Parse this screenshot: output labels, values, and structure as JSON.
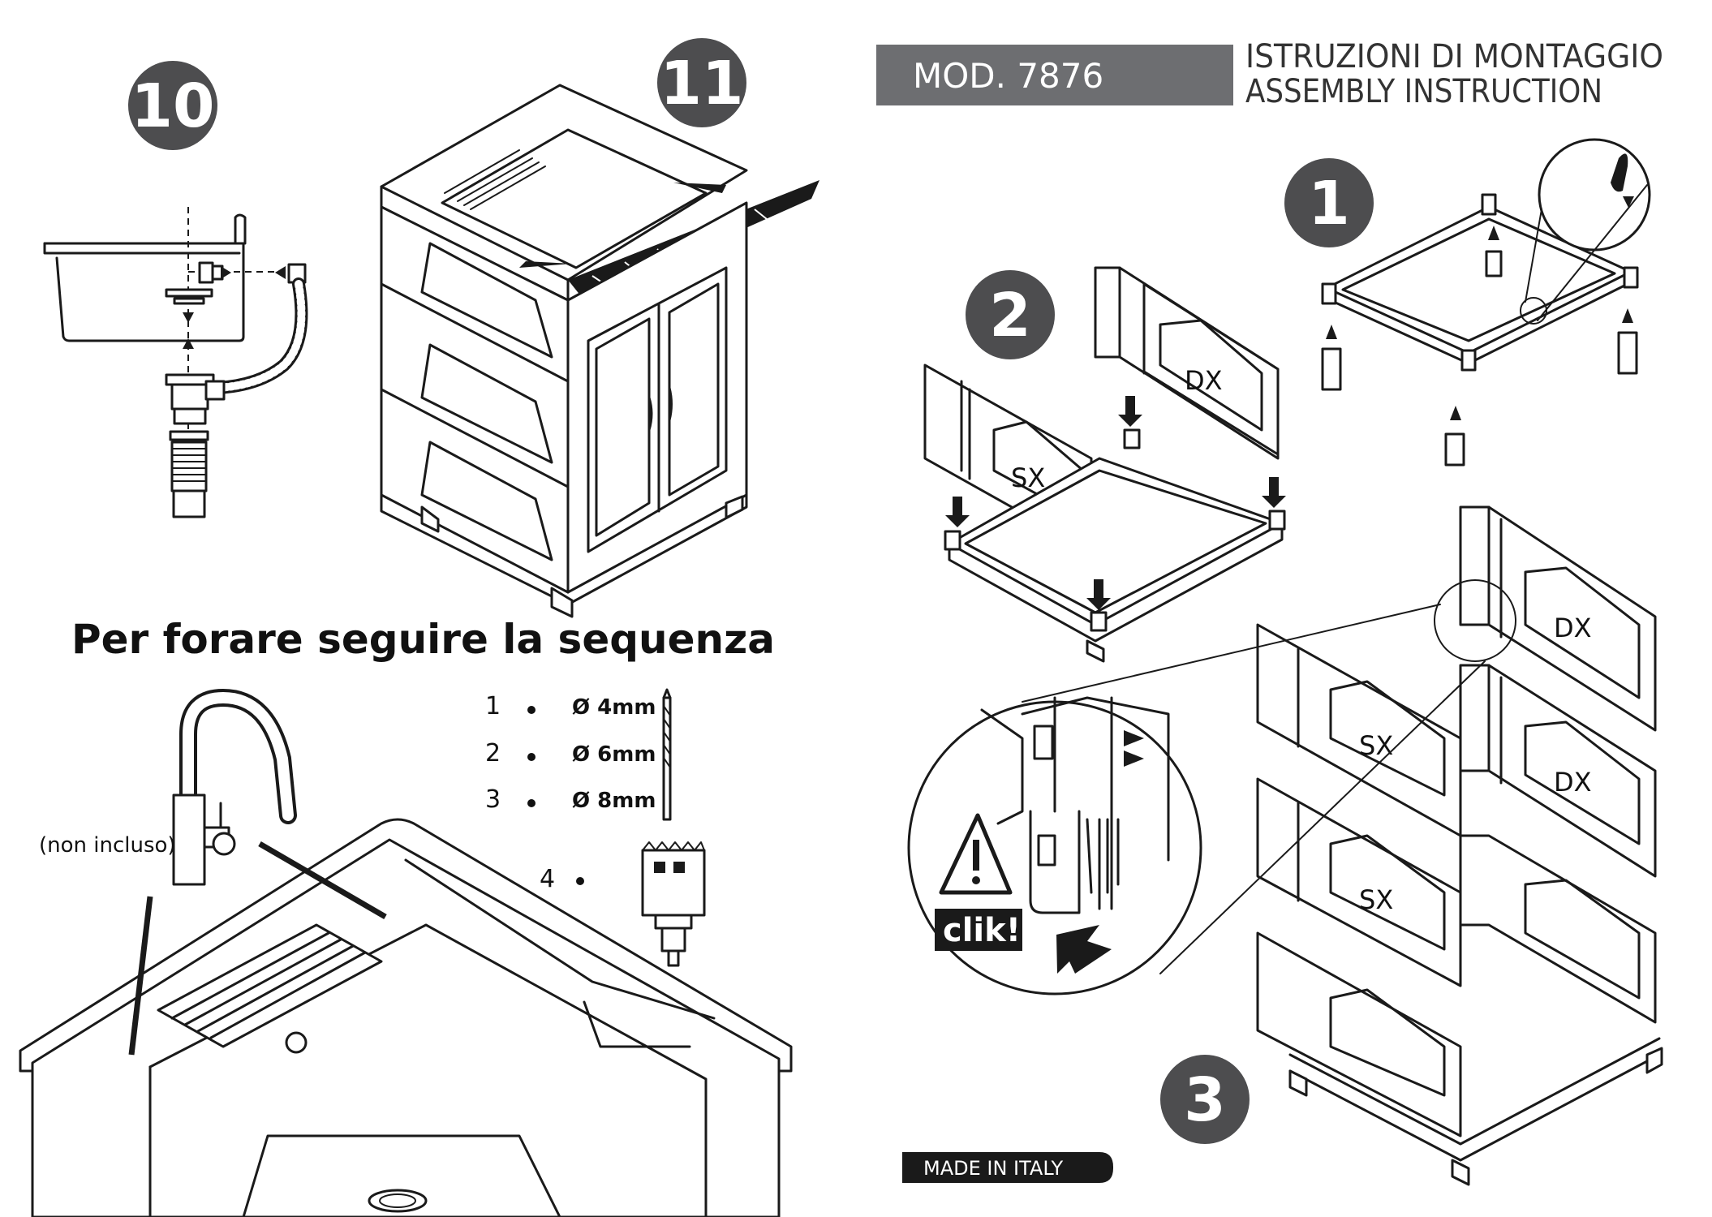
{
  "header": {
    "model": "MOD. 7876",
    "title_it": "ISTRUZIONI DI MONTAGGIO",
    "title_en": "ASSEMBLY INSTRUCTION"
  },
  "steps": [
    {
      "number": "10"
    },
    {
      "number": "11"
    },
    {
      "number": "1"
    },
    {
      "number": "2"
    },
    {
      "number": "3"
    }
  ],
  "drilling": {
    "heading": "Per forare seguire la sequenza",
    "faucet_note": "(non incluso)",
    "sequence": [
      {
        "index": "1",
        "size": "Ø 4mm"
      },
      {
        "index": "2",
        "size": "Ø 6mm"
      },
      {
        "index": "3",
        "size": "Ø 8mm"
      },
      {
        "index": "4",
        "size": ""
      }
    ]
  },
  "panel_labels": {
    "left": "SX",
    "right": "DX"
  },
  "warning": {
    "click": "clik!"
  },
  "footer": {
    "origin": "MADE IN ITALY"
  },
  "icons": [
    "warning-triangle-icon",
    "drill-bit-icon",
    "hole-saw-icon",
    "arrow-up-icon",
    "arrow-down-icon"
  ]
}
